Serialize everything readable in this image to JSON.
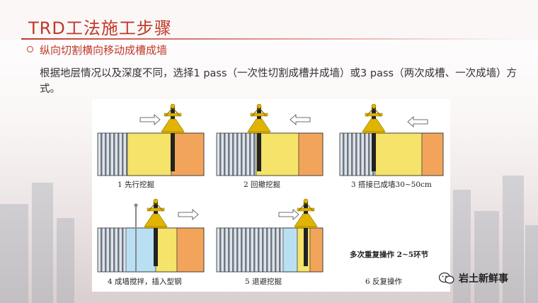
{
  "title": "TRD工法施工步骤",
  "subtitle": "纵向切割横向移动成槽成墙",
  "paragraph": "根据地层情况以及深度不同，选择1 pass（一次性切割成槽并成墙）或3 pass（两次成槽、一次成墙）方式。",
  "steps": [
    {
      "label": "1 先行挖掘",
      "arrow": "right"
    },
    {
      "label": "2 回撤挖掘",
      "arrow": "left"
    },
    {
      "label": "3 搭接已成墙30~50cm",
      "arrow": "left"
    },
    {
      "label": "4 成墙搅拌，插入型钢",
      "arrow": "right"
    },
    {
      "label": "5 退避挖掘",
      "arrow": "right"
    },
    {
      "label": "6 反复操作"
    }
  ],
  "repeat_note": "多次重复操作 2~5环节",
  "watermark": "岩土新鲜事",
  "colors": {
    "accent": "#c0392b",
    "excavated": "#f5e36a",
    "finished_wall": "#9aa6b4",
    "mixed": "#b9e0f2",
    "soil": "#f2a55a",
    "machine": "#e0b400"
  }
}
